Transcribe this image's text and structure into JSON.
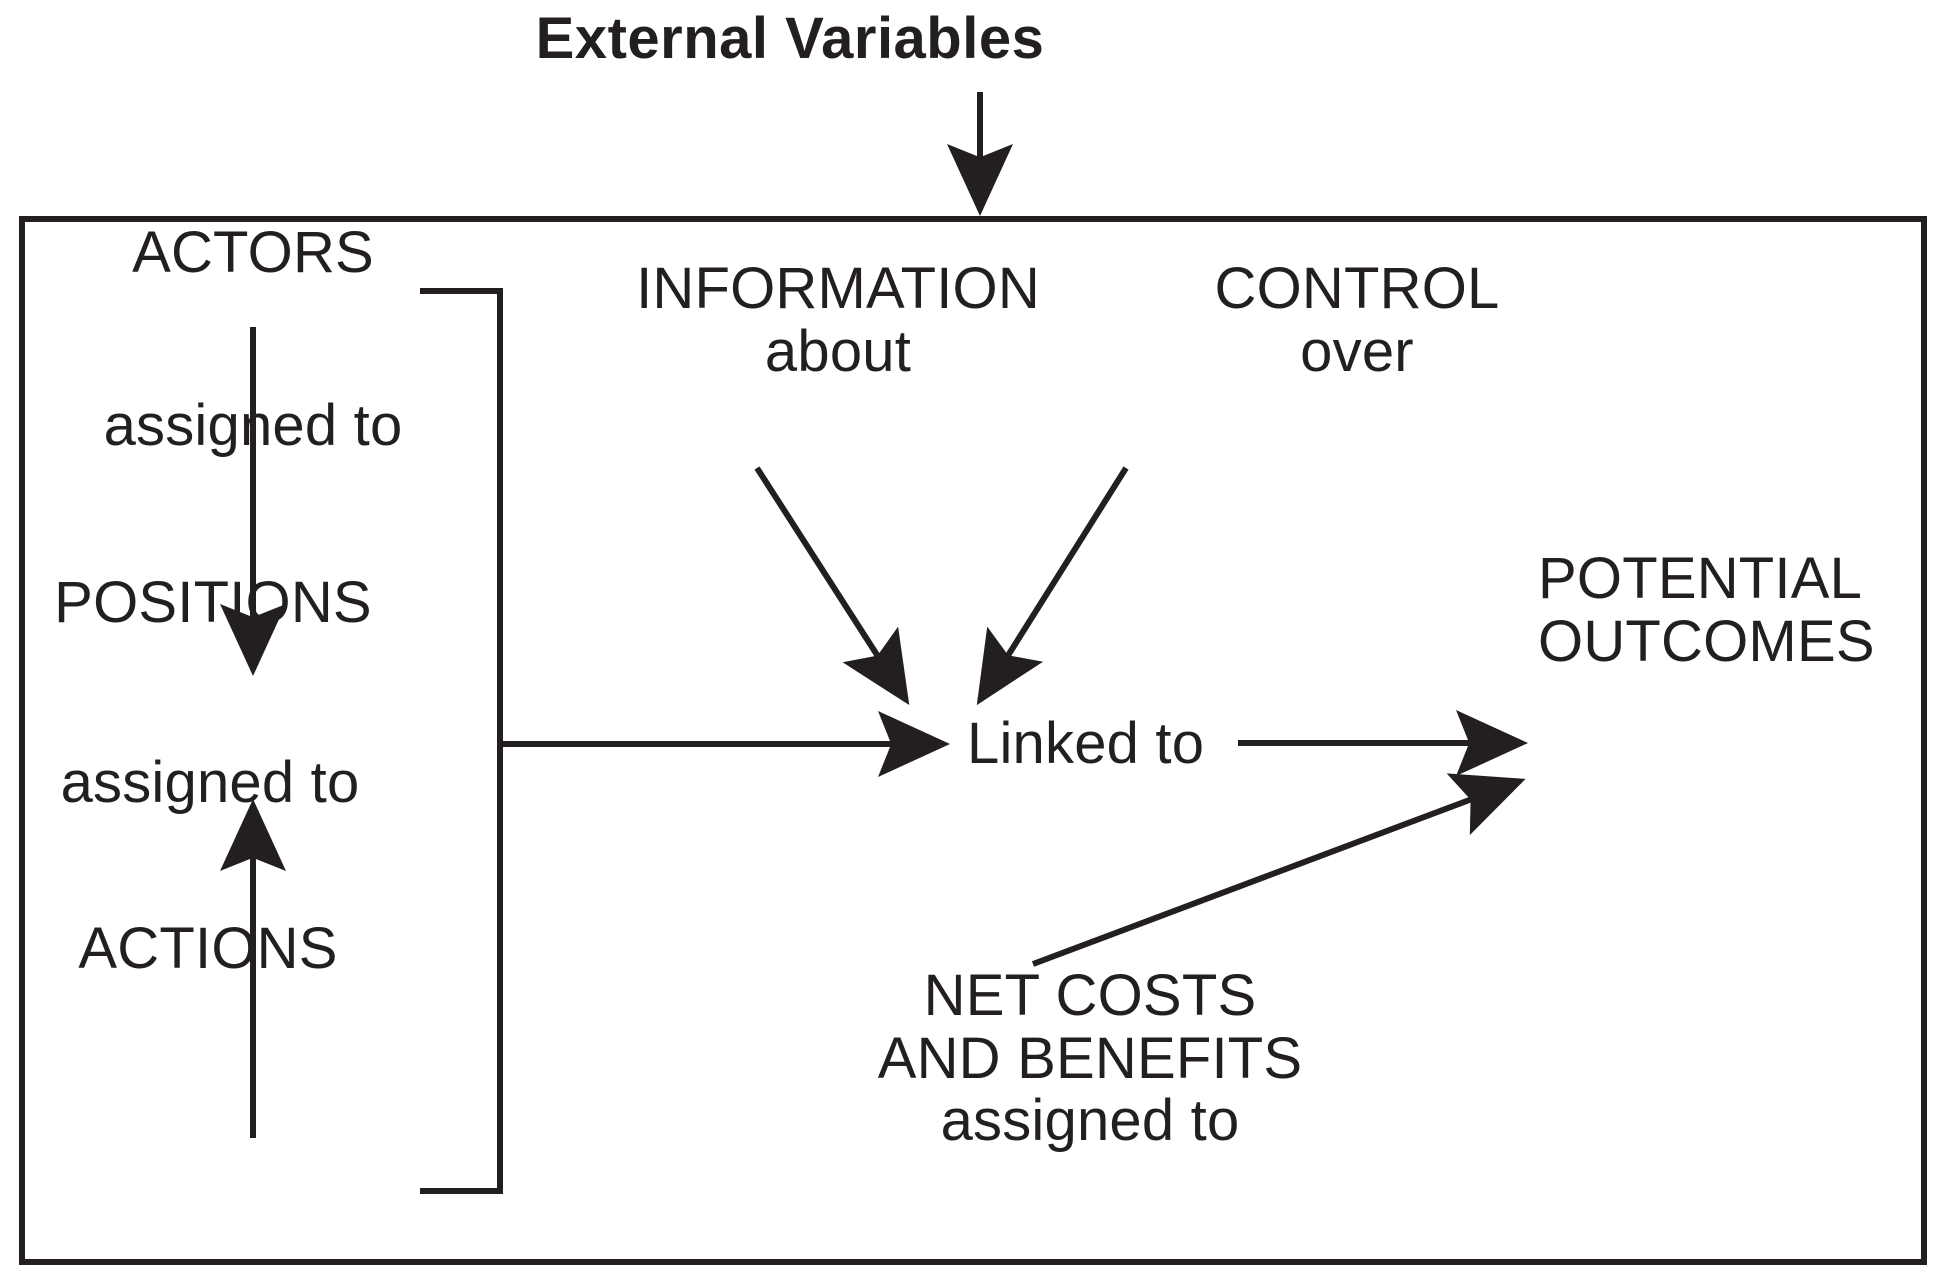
{
  "diagram": {
    "title": "External Variables",
    "type": "flow-diagram",
    "boundary_label": "action-situation-boundary",
    "nodes": [
      {
        "id": "actors",
        "label": "ACTORS",
        "style": "caps"
      },
      {
        "id": "positions",
        "label": "POSITIONS",
        "style": "caps"
      },
      {
        "id": "actions",
        "label": "ACTIONS",
        "style": "caps"
      },
      {
        "id": "information",
        "label": "INFORMATION",
        "sub": "about",
        "style": "caps"
      },
      {
        "id": "control",
        "label": "CONTROL",
        "sub": "over",
        "style": "caps"
      },
      {
        "id": "linked",
        "label": "Linked to",
        "style": "mixed"
      },
      {
        "id": "outcomes",
        "label": "POTENTIAL",
        "line2": "OUTCOMES",
        "style": "caps"
      },
      {
        "id": "netcosts",
        "label": "NET COSTS",
        "line2": "AND BENEFITS",
        "line3": "assigned to",
        "style": "caps"
      }
    ],
    "edge_labels": {
      "actors_to_positions": "assigned to",
      "actions_to_positions": "assigned to"
    },
    "colors": {
      "ink": "#231f20",
      "background": "#ffffff",
      "border": "#231f20"
    }
  }
}
